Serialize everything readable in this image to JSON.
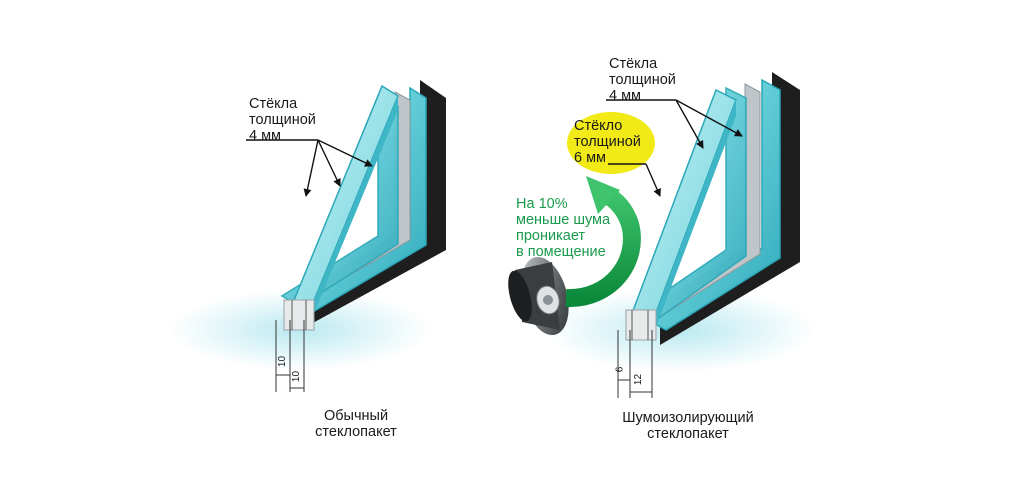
{
  "left_unit": {
    "glass_label": [
      "Стёкла",
      "толщиной",
      "4 мм"
    ],
    "gap_labels": [
      "10",
      "10"
    ],
    "caption": [
      "Обычный",
      "стеклопакет"
    ]
  },
  "right_unit": {
    "glass_label": [
      "Стёкла",
      "толщиной",
      "4 мм"
    ],
    "thick_glass_label": [
      "Стёкло",
      "толщиной",
      "6 мм"
    ],
    "gap_labels": [
      "6",
      "12"
    ],
    "caption": [
      "Шумоизолирующий",
      "стеклопакет"
    ]
  },
  "noise_note": [
    "На 10%",
    "меньше шума",
    "проникает",
    "в помещение"
  ],
  "colors": {
    "glass": "#6fd3dc",
    "glass_edge": "#2aa7b8",
    "frame": "#1e1e1e",
    "spacer": "#bfc6c9",
    "highlight": "#f2ea16",
    "arrow": "#1aa84f"
  },
  "icons": [
    "loudspeaker-icon",
    "curved-arrow-icon"
  ]
}
